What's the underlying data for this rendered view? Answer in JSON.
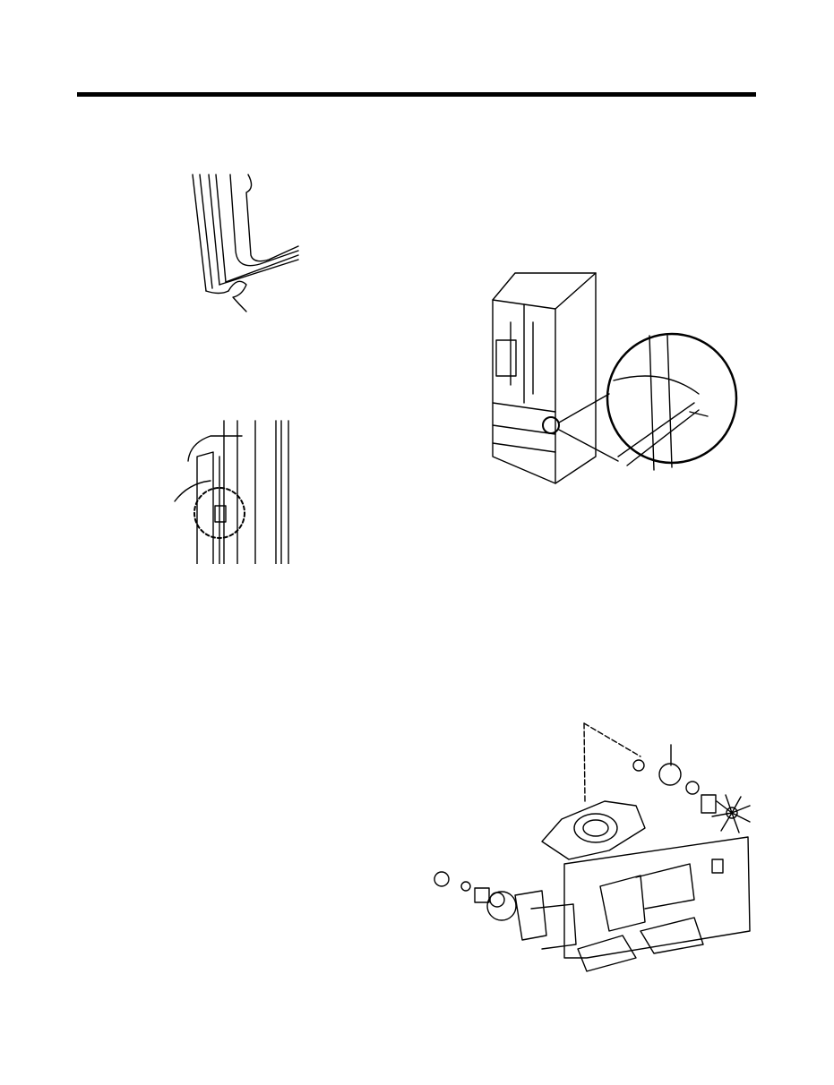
{
  "page": {
    "background": "#ffffff",
    "ink": "#000000"
  },
  "figures": [
    {
      "id": "door-gasket-corner",
      "icon": "door-gasket-illustration"
    },
    {
      "id": "door-clip-detail",
      "icon": "door-clip-illustration"
    },
    {
      "id": "refrigerator-pliers",
      "icon": "refrigerator-illustration"
    },
    {
      "id": "fan-assembly-exploded",
      "icon": "exploded-view-illustration"
    }
  ]
}
